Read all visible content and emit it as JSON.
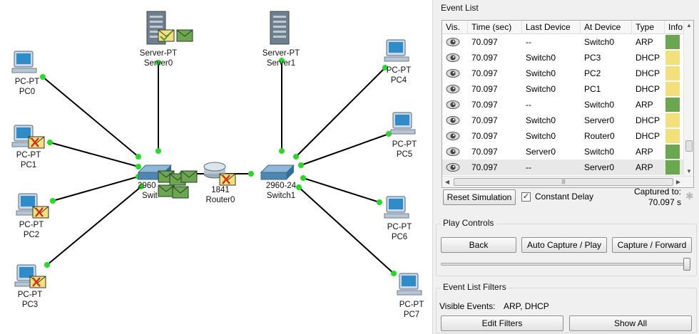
{
  "topology": {
    "devices": [
      {
        "id": "server0",
        "model": "Server-PT",
        "name": "Server0"
      },
      {
        "id": "server1",
        "model": "Server-PT",
        "name": "Server1"
      },
      {
        "id": "pc0",
        "model": "PC-PT",
        "name": "PC0"
      },
      {
        "id": "pc1",
        "model": "PC-PT",
        "name": "PC1"
      },
      {
        "id": "pc2",
        "model": "PC-PT",
        "name": "PC2"
      },
      {
        "id": "pc3",
        "model": "PC-PT",
        "name": "PC3"
      },
      {
        "id": "pc4",
        "model": "PC-PT",
        "name": "PC4"
      },
      {
        "id": "pc5",
        "model": "PC-PT",
        "name": "PC5"
      },
      {
        "id": "pc6",
        "model": "PC-PT",
        "name": "PC6"
      },
      {
        "id": "pc7",
        "model": "PC-PT",
        "name": "PC7"
      },
      {
        "id": "switch0",
        "model": "2960",
        "name": "Swit"
      },
      {
        "id": "switch1",
        "model": "2960-24",
        "name": "Switch1"
      },
      {
        "id": "router0",
        "model": "1841",
        "name": "Router0"
      }
    ]
  },
  "event_list": {
    "title": "Event List",
    "columns": [
      "Vis.",
      "Time (sec)",
      "Last Device",
      "At Device",
      "Type",
      "Info"
    ],
    "rows": [
      {
        "time": "70.097",
        "last": "--",
        "at": "Switch0",
        "type": "ARP",
        "color": "#6aa84f"
      },
      {
        "time": "70.097",
        "last": "Switch0",
        "at": "PC3",
        "type": "DHCP",
        "color": "#f4e07a"
      },
      {
        "time": "70.097",
        "last": "Switch0",
        "at": "PC2",
        "type": "DHCP",
        "color": "#f4e07a"
      },
      {
        "time": "70.097",
        "last": "Switch0",
        "at": "PC1",
        "type": "DHCP",
        "color": "#f4e07a"
      },
      {
        "time": "70.097",
        "last": "--",
        "at": "Switch0",
        "type": "ARP",
        "color": "#6aa84f"
      },
      {
        "time": "70.097",
        "last": "Switch0",
        "at": "Server0",
        "type": "DHCP",
        "color": "#f4e07a"
      },
      {
        "time": "70.097",
        "last": "Switch0",
        "at": "Router0",
        "type": "DHCP",
        "color": "#f4e07a"
      },
      {
        "time": "70.097",
        "last": "Server0",
        "at": "Switch0",
        "type": "ARP",
        "color": "#6aa84f"
      },
      {
        "time": "70.097",
        "last": "--",
        "at": "Server0",
        "type": "ARP",
        "color": "#6aa84f"
      }
    ],
    "reset_label": "Reset Simulation",
    "constant_delay_label": "Constant Delay",
    "constant_delay_checked": true,
    "captured_label": "Captured to:",
    "captured_value": "70.097 s"
  },
  "play_controls": {
    "title": "Play Controls",
    "back_label": "Back",
    "auto_label": "Auto Capture / Play",
    "forward_label": "Capture / Forward",
    "speed_level": 1.0
  },
  "filters": {
    "title": "Event List Filters",
    "visible_events_label": "Visible Events:",
    "visible_events_value": "ARP, DHCP",
    "edit_label": "Edit Filters",
    "show_all_label": "Show All"
  },
  "colors": {
    "link": "#000000",
    "port_up": "#22dd22",
    "arp": "#6aa84f",
    "dhcp": "#f4e07a"
  }
}
